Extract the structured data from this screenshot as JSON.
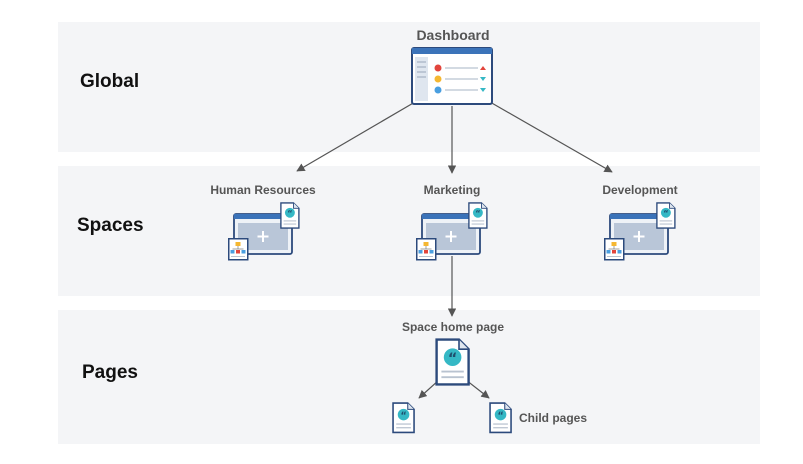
{
  "tiers": {
    "global": "Global",
    "spaces": "Spaces",
    "pages": "Pages"
  },
  "dashboard": {
    "label": "Dashboard"
  },
  "spaces": [
    {
      "label": "Human Resources"
    },
    {
      "label": "Marketing"
    },
    {
      "label": "Development"
    }
  ],
  "pages": {
    "home_label": "Space home page",
    "child_label": "Child pages"
  },
  "colors": {
    "band": "#f4f5f7",
    "window_frame": "#2c4a7c",
    "window_bar": "#3b73b9",
    "window_body": "#eef2f7",
    "quote_circle": "#35b8c5",
    "arrow": "#555555",
    "dot_red": "#e2453c",
    "dot_yellow": "#f5b731",
    "dot_blue": "#4a9fe0"
  }
}
